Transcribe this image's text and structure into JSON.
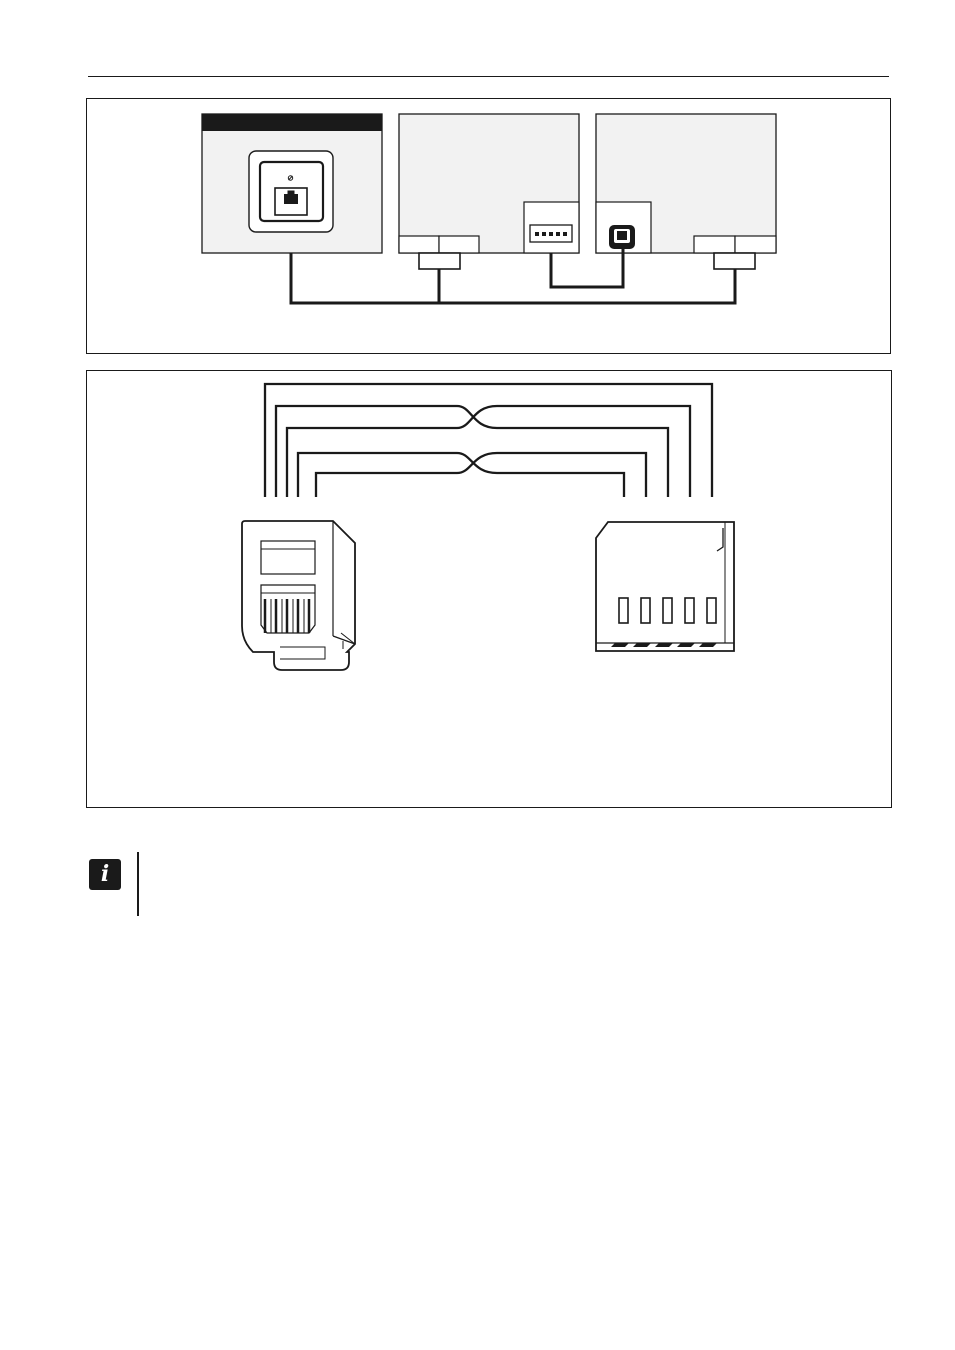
{
  "diagram": {
    "colors": {
      "stroke": "#1a1a1a",
      "panel_fill": "#f2f2f2",
      "header_bar": "#1a1a1a",
      "background": "#ffffff"
    },
    "figure1": {
      "elements": [
        "wall-socket-module",
        "control-panel-module",
        "expander-module",
        "rj-socket-icon",
        "pin-header-connector",
        "rj-jack-connector",
        "terminal-block"
      ]
    },
    "figure2": {
      "wire_count": 5,
      "elements": [
        "modular-plug",
        "pin-header-socket"
      ]
    }
  },
  "note": {
    "icon": "info-icon",
    "icon_glyph": "i",
    "text": ""
  }
}
